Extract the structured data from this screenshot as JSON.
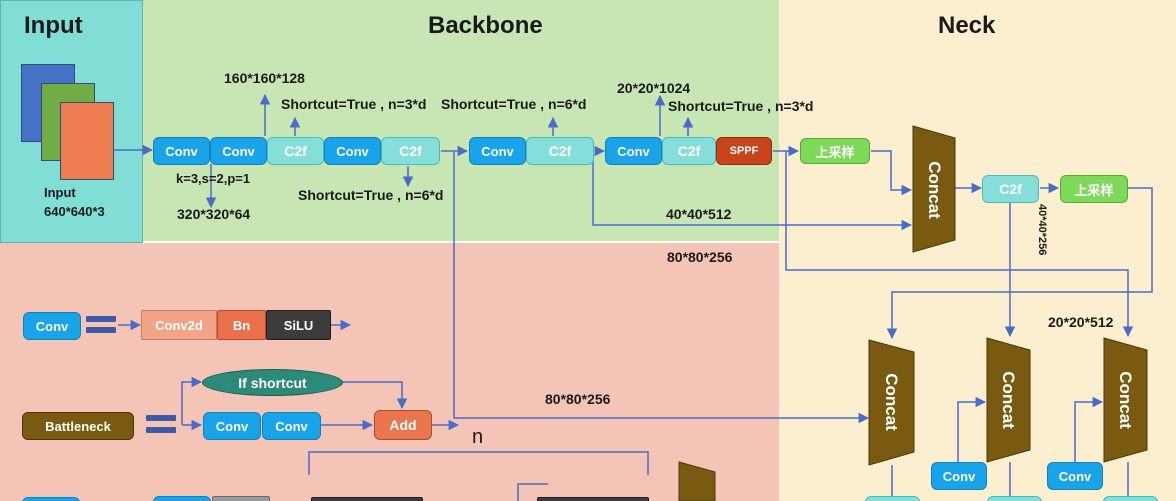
{
  "titles": {
    "input": "Input",
    "backbone": "Backbone",
    "neck": "Neck"
  },
  "input": {
    "label": "Input",
    "size": "640*640*3"
  },
  "blocks": {
    "conv": "Conv",
    "c2f": "C2f",
    "sppf": "SPPF",
    "upsample": "上采样",
    "concat": "Concat",
    "conv2d": "Conv2d",
    "bn": "Bn",
    "silu": "SiLU",
    "battleneck": "Battleneck",
    "add": "Add",
    "if_shortcut": "If shortcut"
  },
  "annotations": {
    "stem_params": "k=3,s=2,p=1",
    "stem_out": "320*320*64",
    "stage1_out": "160*160*128",
    "stage1_shortcut": "Shortcut=True , n=3*d",
    "stage2_shortcut": "Shortcut=True , n=6*d",
    "stage3_shortcut": "Shortcut=True , n=6*d",
    "stage4_out": "20*20*1024",
    "stage4_shortcut": "Shortcut=True , n=3*d",
    "p4_out": "40*40*512",
    "p3_out": "80*80*256",
    "p3_route": "80*80*256",
    "neck_vertical": "40*40*256",
    "neck_p5": "20*20*512",
    "repeat_n": "n"
  },
  "colors": {
    "input_bg": "#80ded6",
    "backbone_bg": "#c8e6b4",
    "neck_bg": "#fcefd0",
    "legend_bg": "#f4c4b6",
    "conv": "#19a4ea",
    "c2f": "#86dedb",
    "sppf": "#c8441c",
    "upsample": "#7ed85a",
    "concat": "#7a5a10",
    "arrow": "#4a6cc8"
  }
}
